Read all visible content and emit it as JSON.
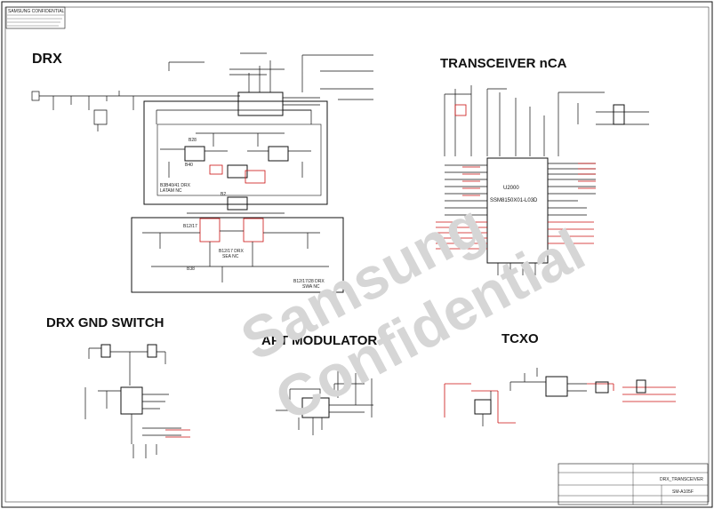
{
  "sheet": {
    "confidential_label": "SAMSUNG CONFIDENTIAL",
    "drawing_title": "DRX_TRANSCEIVER",
    "drawing_number": "SM-A105F",
    "watermark_lines": [
      "Samsung",
      "Confidential"
    ]
  },
  "blocks": {
    "drx": {
      "title": "DRX",
      "chip_b28_label": "B28",
      "chip_b40_label": "B40",
      "chip_b2_label": "B2",
      "chip_b12_label": "B12/17",
      "note_latam": "B3B40/41 DRX",
      "note_latam_nc": "LATAM NC",
      "note_b1217": "B12/17 DRX",
      "note_b1217_nc": "SEA NC",
      "note_b38": "B38",
      "note_swr": "B12/17/28 DRX",
      "note_swr_nc": "SWA NC"
    },
    "transceiver": {
      "title": "TRANSCEIVER nCA",
      "chip_ref": "U2000",
      "chip_part": "SSM8150X01-L03D"
    },
    "drx_gnd_switch": {
      "title": "DRX GND SWITCH"
    },
    "apt_modulator": {
      "title": "APT MODULATOR"
    },
    "tcxo": {
      "title": "TCXO"
    }
  },
  "colors": {
    "wire": "#111111",
    "highlight": "#cc1111",
    "watermark": "#d6d6d6"
  }
}
